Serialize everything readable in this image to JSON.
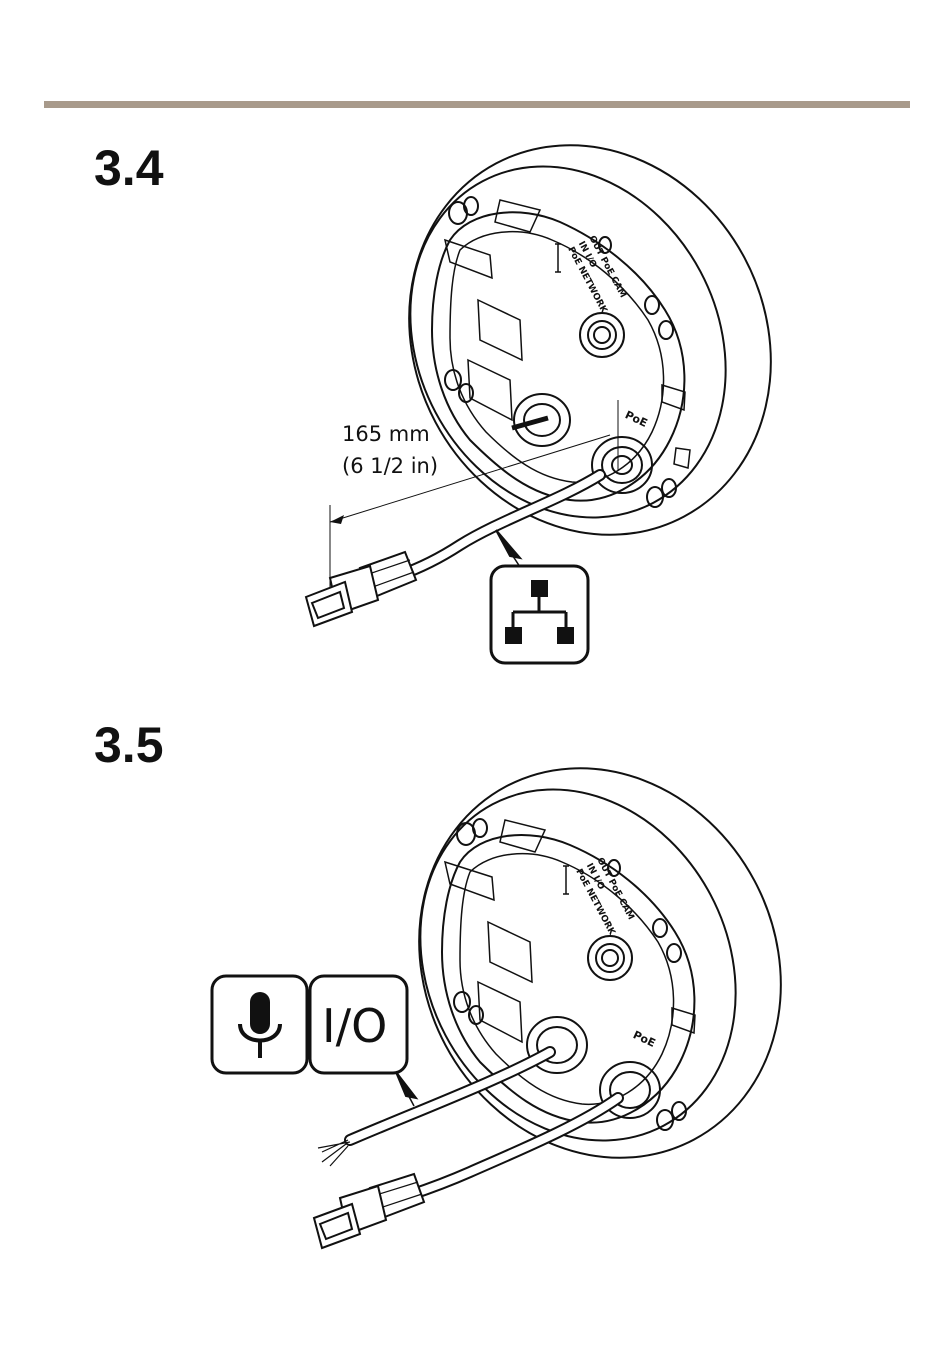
{
  "steps": [
    {
      "number": "3.4",
      "dimension_mm": "165 mm",
      "dimension_in": "(6 1/2 in)",
      "port_label": "PoE",
      "pcb_lines": [
        "OUT PoE CAM",
        "IN I/O",
        "PoE NETWORK"
      ],
      "icons": [
        "network-icon"
      ]
    },
    {
      "number": "3.5",
      "port_label": "PoE",
      "pcb_lines": [
        "OUT PoE CAM",
        "IN I/O",
        "PoE NETWORK"
      ],
      "icons": [
        "microphone-icon",
        "io-icon"
      ],
      "io_label": "I/O"
    }
  ],
  "colors": {
    "rule": "#a89a8b",
    "ink": "#111111"
  }
}
